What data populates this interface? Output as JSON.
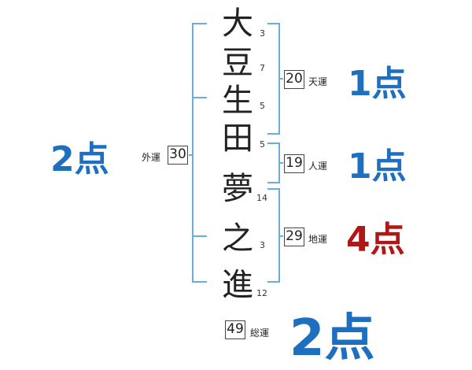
{
  "name_chars": [
    "大",
    "豆",
    "生",
    "田",
    "夢",
    "之",
    "進"
  ],
  "stroke_counts": [
    "3",
    "7",
    "5",
    "5",
    "14",
    "3",
    "12"
  ],
  "unkaku": {
    "ten": {
      "value": "20",
      "label": "天運",
      "score": "1点"
    },
    "jin": {
      "value": "19",
      "label": "人運",
      "score": "1点"
    },
    "chi": {
      "value": "29",
      "label": "地運",
      "score": "4点"
    },
    "gai": {
      "value": "30",
      "label": "外運",
      "score": "2点"
    },
    "sou": {
      "value": "49",
      "label": "総運",
      "score": "2点"
    }
  },
  "colors": {
    "bracket": "#6aaed8",
    "score_blue": "#1f6fc0",
    "score_red": "#b01818"
  }
}
